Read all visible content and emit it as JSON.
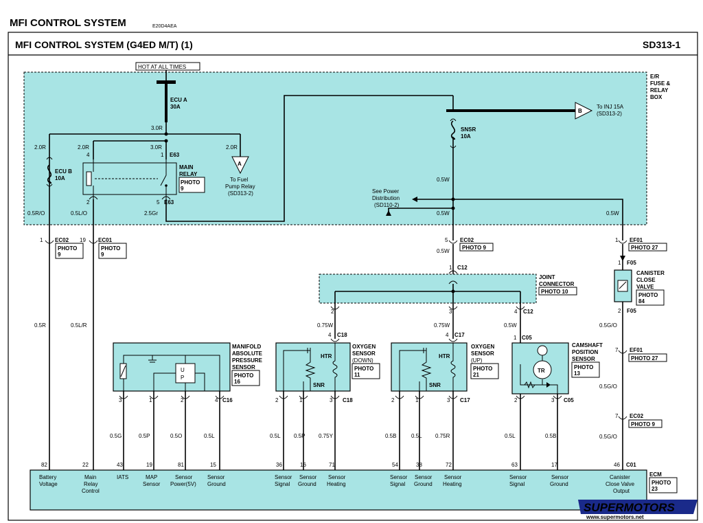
{
  "page": {
    "title": "MFI CONTROL SYSTEM",
    "code": "E20D4AEA"
  },
  "header": {
    "title": "MFI CONTROL SYSTEM (G4ED M/T) (1)",
    "page_ref": "SD313-1"
  },
  "fuse_box": {
    "hot_label": "HOT AT ALL TIMES",
    "label_lines": [
      "E/R",
      "FUSE &",
      "RELAY",
      "BOX"
    ],
    "fuse_ecu_a": [
      "ECU A",
      "30A"
    ],
    "fuse_ecu_b": [
      "ECU B",
      "10A"
    ],
    "fuse_snsr": [
      "SNSR",
      "10A"
    ],
    "main_relay": {
      "lines": [
        "MAIN",
        "RELAY"
      ],
      "photo": [
        "PHOTO",
        "9"
      ]
    },
    "connector_a": "A",
    "to_fuel_pump": [
      "To Fuel",
      "Pump Relay",
      "(SD313-2)"
    ],
    "connector_b": "B",
    "to_inj": [
      "To INJ 15A",
      "(SD313-2)"
    ],
    "see_power": [
      "See Power",
      "Distribution",
      "(SD110-2)"
    ],
    "wire_30r": "3.0R",
    "wire_20r_a": "2.0R",
    "wire_20r_b": "2.0R",
    "wire_30r_b": "3.0R",
    "wire_20r_c": "2.0R",
    "wire_05w_top": "0.5W",
    "wire_05w_mid": "0.5W",
    "wire_05w_right": "0.5W",
    "wire_05ro": "0.5R/O",
    "wire_05lo": "0.5L/O",
    "wire_25gr": "2.5Gr",
    "e63_top": "E63",
    "e63_bot": "E63",
    "pin_4": "4",
    "pin_1": "1",
    "pin_2": "2",
    "pin_5": "5"
  },
  "connectors": {
    "ec02_left": {
      "pin": "1",
      "name": "EC02",
      "photo": [
        "PHOTO",
        "9"
      ]
    },
    "ec01": {
      "pin": "19",
      "name": "EC01",
      "photo": [
        "PHOTO",
        "9"
      ]
    },
    "ec02_mid": {
      "pin": "5",
      "name": "EC02",
      "photo": "PHOTO 9"
    },
    "ef01_top": {
      "pin": "1",
      "name": "EF01",
      "photo": "PHOTO 27"
    },
    "c12_top": {
      "pin": "1",
      "name": "C12"
    },
    "ef01_bot": {
      "pin": "7",
      "name": "EF01",
      "photo": "PHOTO 27"
    },
    "ec02_right": {
      "pin": "7",
      "name": "EC02",
      "photo": "PHOTO 9"
    }
  },
  "joint_connector": {
    "lines": [
      "JOINT",
      "CONNECTOR"
    ],
    "photo": "PHOTO 10",
    "pins": [
      "2",
      "3",
      "4"
    ],
    "c12": "C12"
  },
  "canister": {
    "lines": [
      "CANISTER",
      "CLOSE",
      "VALVE"
    ],
    "photo": [
      "PHOTO",
      "84"
    ],
    "f05_top": "F05",
    "f05_bot": "F05",
    "pin_1": "1",
    "pin_2": "2"
  },
  "map_sensor": {
    "lines": [
      "MANIFOLD",
      "ABSOLUTE",
      "PRESSURE",
      "SENSOR"
    ],
    "photo": [
      "PHOTO",
      "16"
    ],
    "pins": [
      "3",
      "1",
      "2",
      "4"
    ],
    "conn": "C16"
  },
  "o2_down": {
    "lines": [
      "OXYGEN",
      "SENSOR",
      "(DOWN)"
    ],
    "photo": [
      "PHOTO",
      "11"
    ],
    "htr": "HTR",
    "snr": "SNR",
    "pin_top": "4",
    "conn_top": "C18",
    "pins_bot": [
      "2",
      "1",
      "3"
    ],
    "conn_bot": "C18"
  },
  "o2_up": {
    "lines": [
      "OXYGEN",
      "SENSOR",
      "(UP)"
    ],
    "photo": [
      "PHOTO",
      "21"
    ],
    "htr": "HTR",
    "snr": "SNR",
    "pin_top": "4",
    "conn_top": "C17",
    "pins_bot": [
      "2",
      "1",
      "3"
    ],
    "conn_bot": "C17"
  },
  "cam_sensor": {
    "lines": [
      "CAMSHAFT",
      "POSITION",
      "SENSOR"
    ],
    "photo": [
      "PHOTO",
      "13"
    ],
    "tr": "TR",
    "pin_top": "1",
    "conn_top": "C05",
    "pins_bot": [
      "2",
      "3"
    ],
    "conn_bot": "C05"
  },
  "wires_mid": {
    "w05r": "0.5R",
    "w05lr": "0.5L/R",
    "w05w_c12": "0.5W",
    "w075w_a": "0.75W",
    "w075w_b": "0.75W",
    "w05w_c": "0.5W",
    "w05go_a": "0.5G/O",
    "w05go_b": "0.5G/O",
    "w05go_c": "0.5G/O"
  },
  "wires_low": [
    "0.5G",
    "0.5P",
    "0.5O",
    "0.5L",
    "0.5L",
    "0.5P",
    "0.75Y",
    "0.5B",
    "0.5L",
    "0.75R",
    "0.5L",
    "0.5B"
  ],
  "ecm": {
    "label": "ECM",
    "photo": [
      "PHOTO",
      "23"
    ],
    "conn": "C01",
    "pins": [
      "82",
      "22",
      "43",
      "19",
      "81",
      "15",
      "36",
      "16",
      "71",
      "54",
      "38",
      "72",
      "63",
      "17",
      "46"
    ],
    "labels": [
      [
        "Battery",
        "Voltage"
      ],
      [
        "Main",
        "Relay",
        "Control"
      ],
      [
        "IATS"
      ],
      [
        "MAP",
        "Sensor"
      ],
      [
        "Sensor",
        "Power(5V)"
      ],
      [
        "Sensor",
        "Ground"
      ],
      [
        "Sensor",
        "Signal"
      ],
      [
        "Sensor",
        "Ground"
      ],
      [
        "Sensor",
        "Heating"
      ],
      [
        "Sensor",
        "Signal"
      ],
      [
        "Sensor",
        "Ground"
      ],
      [
        "Sensor",
        "Heating"
      ],
      [
        "Sensor",
        "Signal"
      ],
      [
        "Sensor",
        "Ground"
      ],
      [
        "Canister",
        "Close Valve",
        "Output"
      ]
    ]
  },
  "watermark": {
    "brand": "SUPERMOTORS",
    "url": "www.supermotors.net"
  },
  "colors": {
    "fill": "#a8e4e4",
    "watermark_blue": "#1a2a8a",
    "watermark_red": "#d01010"
  }
}
